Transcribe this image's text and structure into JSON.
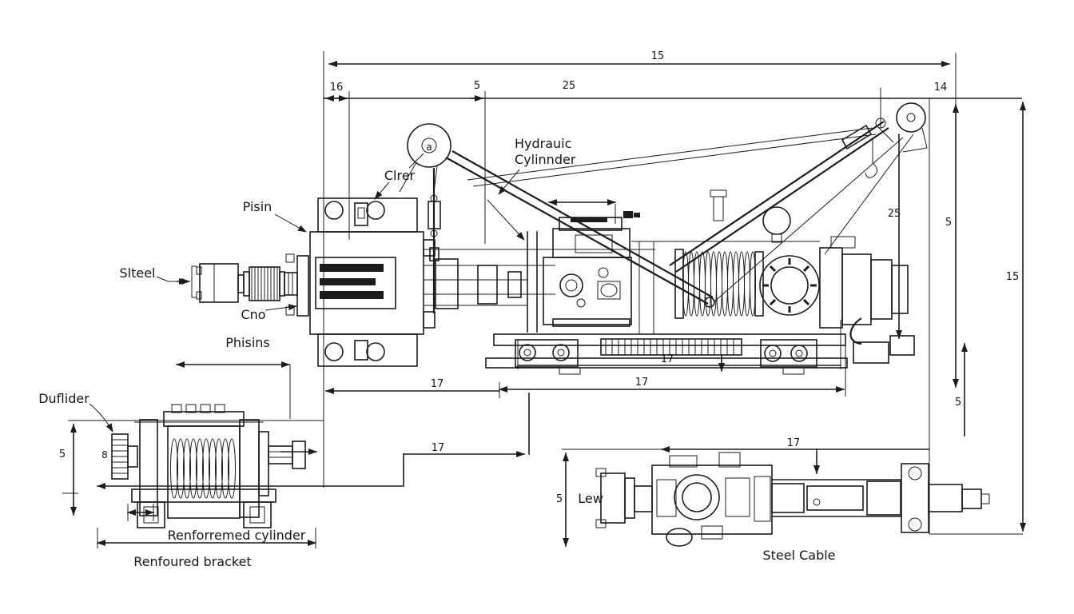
{
  "document": {
    "kind": "engineering blueprint line drawing",
    "paper_color": "#ffffff",
    "ink_color": "#1c1c1c"
  },
  "labels": {
    "hydraulic_line1": "Hydrauic",
    "hydraulic_line2": "Cylinnder",
    "clrer": "Clrer",
    "pisin": "Pisin",
    "slteel": "Slteel",
    "cno": "Cno",
    "phisins": "Phisins",
    "duflider": "Duflider",
    "renforremed_cylinder": "Renforremed cylinder",
    "renfoured_bracket": "Renfoured bracket",
    "steel_cable": "Steel Cable",
    "lew": "Lew",
    "pulley_a": "a",
    "gear_8": "8"
  },
  "dimensions": {
    "top_overall": "15",
    "top_16": "16",
    "top_5": "5",
    "top_25": "25",
    "top_14": "14",
    "right_25": "25",
    "right_5": "5",
    "right_15": "15",
    "right_lower_5": "5",
    "mid_17_left": "17",
    "mid_17_right": "17",
    "mid_17_inner": "17",
    "step_17": "17",
    "bottom_view_17": "17",
    "winch_5": "5",
    "cable_view_5": "5"
  }
}
